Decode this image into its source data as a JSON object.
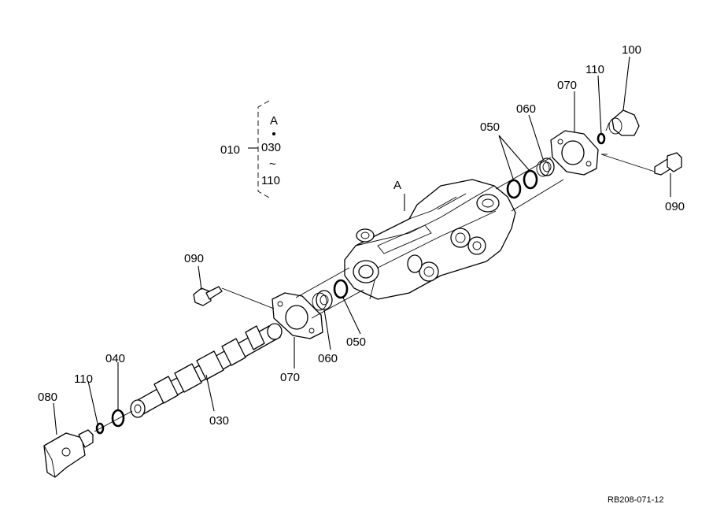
{
  "labels": {
    "p010": "010",
    "p030_group": "030",
    "p110_group": "110",
    "group_letter": "A",
    "tilde": "~",
    "body_letter": "A",
    "p100": "100",
    "p110_top": "110",
    "p070_top": "070",
    "p060_top": "060",
    "p050_top": "050",
    "p090_right": "090",
    "p090_left": "090",
    "p070_bottom": "070",
    "p060_bottom": "060",
    "p050_bottom": "050",
    "p030": "030",
    "p040": "040",
    "p110_bottom": "110",
    "p080": "080"
  },
  "reference_code": "RB208-071-12"
}
